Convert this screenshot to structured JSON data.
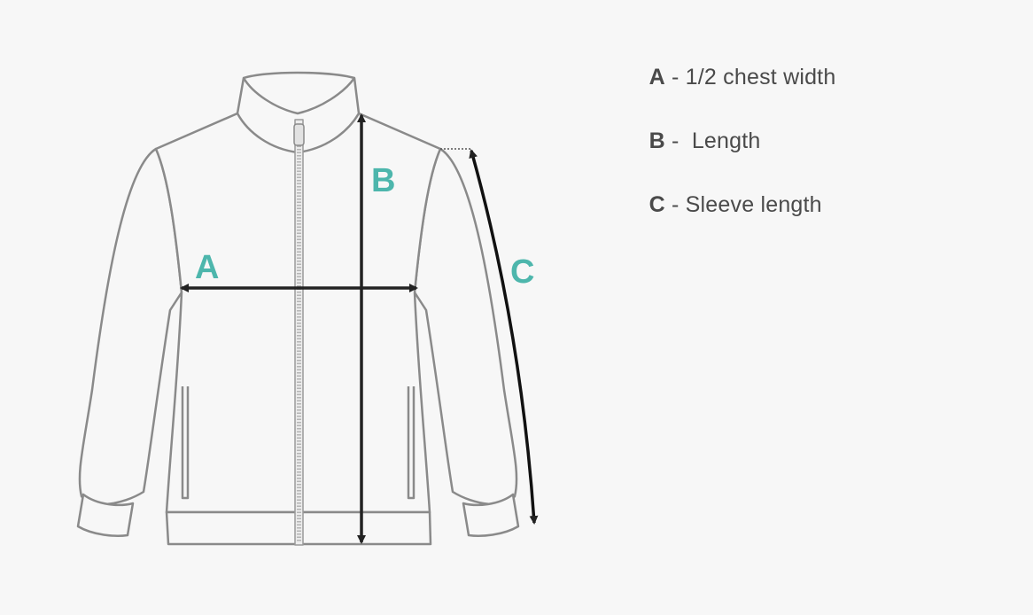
{
  "diagram": {
    "markers": {
      "a": "A",
      "b": "B",
      "c": "C"
    },
    "accent_color": "#4db6ac",
    "arrow_color": "#222222",
    "outline_color": "#8a8a8a"
  },
  "legend": {
    "items": [
      {
        "letter": "A",
        "text": " - 1/2 chest width"
      },
      {
        "letter": "B",
        "text": " -  Length"
      },
      {
        "letter": "C",
        "text": " - Sleeve length"
      }
    ]
  }
}
